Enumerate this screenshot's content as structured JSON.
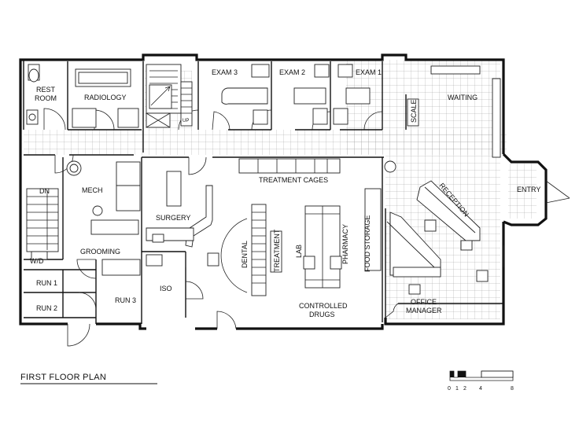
{
  "plan": {
    "title": "FIRST FLOOR PLAN",
    "rooms": {
      "rest_room": [
        "REST",
        "ROOM"
      ],
      "radiology": "RADIOLOGY",
      "up": "UP",
      "exam3": "EXAM 3",
      "exam2": "EXAM 2",
      "exam1": "EXAM 1",
      "scale": "SCALE",
      "waiting": "WAITING",
      "entry": "ENTRY",
      "dn": "DN",
      "mech": "MECH",
      "treatment_cages": "TREATMENT CAGES",
      "surgery": "SURGERY",
      "dental": "DENTAL",
      "treatment": "TREATMENT",
      "lab": "LAB",
      "pharmacy": "PHARMACY",
      "food_storage": "FOOD STORAGE",
      "reception": "RECEPTION",
      "grooming": "GROOMING",
      "wd": "W/D",
      "run1": "RUN 1",
      "run2": "RUN 2",
      "run3": "RUN 3",
      "iso": "ISO",
      "controlled_drugs": [
        "CONTROLLED",
        "DRUGS"
      ],
      "office_manager": [
        "OFFICE",
        "MANAGER"
      ]
    },
    "scale_bar": {
      "ticks": [
        "0",
        "1",
        "2",
        "4",
        "8"
      ]
    }
  },
  "colors": {
    "line": "#111111",
    "background": "#ffffff",
    "grid": "#9a9a9a"
  }
}
